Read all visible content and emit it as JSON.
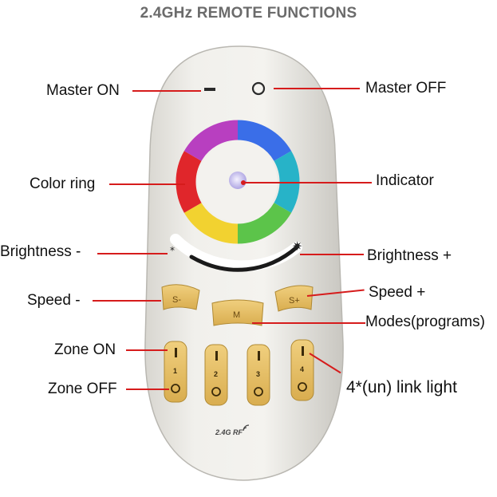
{
  "title": "2.4GHz REMOTE FUNCTIONS",
  "labels": {
    "master_on": "Master ON",
    "master_off": "Master OFF",
    "color_ring": "Color ring",
    "indicator": "Indicator",
    "brightness_minus": "Brightness -",
    "brightness_plus": "Brightness +",
    "speed_minus": "Speed -",
    "speed_plus": "Speed +",
    "modes": "Modes(programs)",
    "zone_on": "Zone ON",
    "zone_off": "Zone OFF",
    "link_light": "4*(un) link light"
  },
  "remote": {
    "speed_minus_key": "S-",
    "speed_plus_key": "S+",
    "mode_key": "M",
    "zone_numbers": [
      "1",
      "2",
      "3",
      "4"
    ],
    "brand": "2.4G RF"
  },
  "colors": {
    "callout": "#d61c1c",
    "body": "#ecebe6",
    "keys": "#e8c26a",
    "title": "#6b6b6b"
  }
}
